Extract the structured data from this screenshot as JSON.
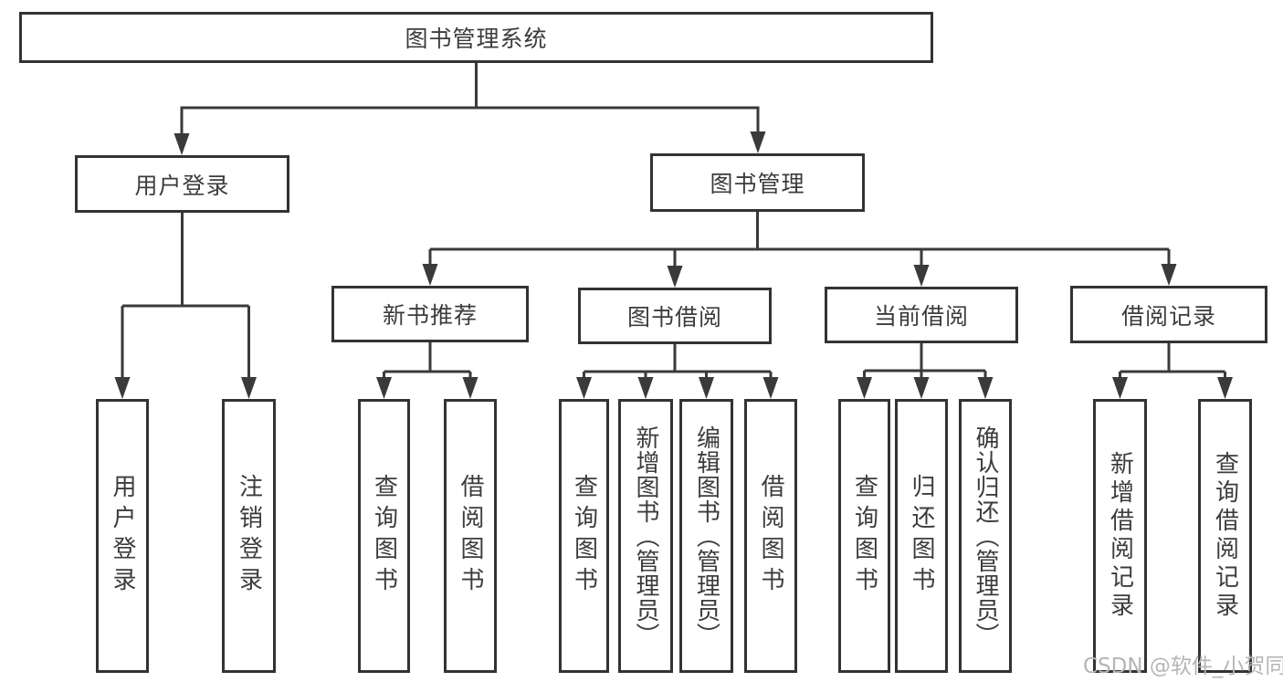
{
  "tree": {
    "label": "图书管理系统",
    "children": [
      {
        "label": "用户登录",
        "children": [
          {
            "label": "用户登录"
          },
          {
            "label": "注销登录"
          }
        ]
      },
      {
        "label": "图书管理",
        "children": [
          {
            "label": "新书推荐",
            "children": [
              {
                "label": "查询图书"
              },
              {
                "label": "借阅图书"
              }
            ]
          },
          {
            "label": "图书借阅",
            "children": [
              {
                "label": "查询图书"
              },
              {
                "label": "新增图书（管理员）"
              },
              {
                "label": "编辑图书（管理员）"
              },
              {
                "label": "借阅图书"
              }
            ]
          },
          {
            "label": "当前借阅",
            "children": [
              {
                "label": "查询图书"
              },
              {
                "label": "归还图书"
              },
              {
                "label": "确认归还（管理员）"
              }
            ]
          },
          {
            "label": "借阅记录",
            "children": [
              {
                "label": "新增借阅记录"
              },
              {
                "label": "查询借阅记录"
              }
            ]
          }
        ]
      }
    ]
  },
  "watermark": "CSDN @软件_小贺同学",
  "colors": {
    "line": "#3a3a3a",
    "text": "#3c3c3c",
    "watermark": "#b5b5b5",
    "background": "#ffffff"
  }
}
